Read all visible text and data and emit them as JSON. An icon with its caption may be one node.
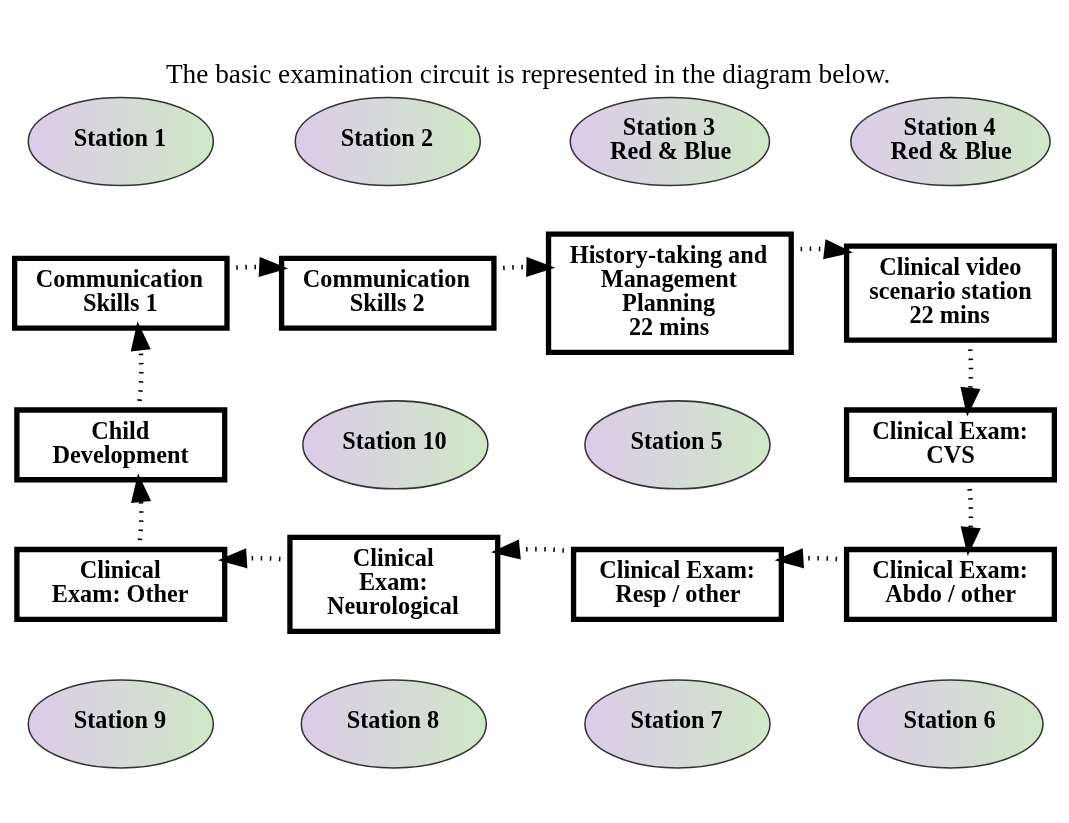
{
  "diagram": {
    "title": "The basic examination circuit is represented in the diagram below.",
    "nodes": [
      {
        "text": [
          "Station 1"
        ]
      },
      {
        "text": [
          "Station 2"
        ]
      },
      {
        "text": [
          "Station 3 Red & Blue"
        ]
      },
      {
        "text": [
          "Station 4 Red & Blue"
        ]
      },
      {
        "text": [
          "Communication Skills 1"
        ]
      },
      {
        "text": [
          "Communication Skills 2"
        ]
      },
      {
        "text": [
          "History-taking and Management Planning",
          "22 mins"
        ]
      },
      {
        "text": [
          "Clinical video scenario station",
          "22 mins"
        ]
      },
      {
        "text": [
          "Child Development"
        ]
      },
      {
        "text": [
          "Station 10"
        ]
      },
      {
        "text": [
          "Station 5"
        ]
      },
      {
        "text": [
          "Clinical Exam: CVS"
        ]
      },
      {
        "text": [
          "Clinical Exam: Other"
        ]
      },
      {
        "text": [
          "Clinical Exam: Neurological"
        ]
      },
      {
        "text": [
          "Clinical Exam: Resp / other"
        ]
      },
      {
        "text": [
          "Clinical Exam: Abdo / other"
        ]
      },
      {
        "text": [
          "Station 9"
        ]
      },
      {
        "text": [
          "Station 8"
        ]
      },
      {
        "text": [
          "Station 7"
        ]
      },
      {
        "text": [
          "Station 6"
        ]
      }
    ],
    "edges": [
      {
        "from": 4,
        "to": 5,
        "arrow": "to",
        "style": "dashed"
      },
      {
        "from": 5,
        "to": 6,
        "arrow": "to",
        "style": "dashed"
      },
      {
        "from": 6,
        "to": 7,
        "arrow": "to",
        "style": "dashed"
      },
      {
        "from": 7,
        "to": 11,
        "arrow": "to",
        "style": "dashed"
      },
      {
        "from": 11,
        "to": 15,
        "arrow": "to",
        "style": "dashed"
      },
      {
        "from": 15,
        "to": 14,
        "arrow": "to",
        "style": "dashed"
      },
      {
        "from": 14,
        "to": 13,
        "arrow": "to",
        "style": "dashed"
      },
      {
        "from": 13,
        "to": 12,
        "arrow": "to",
        "style": "dashed"
      },
      {
        "from": 12,
        "to": 8,
        "arrow": "to",
        "style": "dashed"
      },
      {
        "from": 8,
        "to": 4,
        "arrow": "to",
        "style": "dashed"
      }
    ]
  }
}
